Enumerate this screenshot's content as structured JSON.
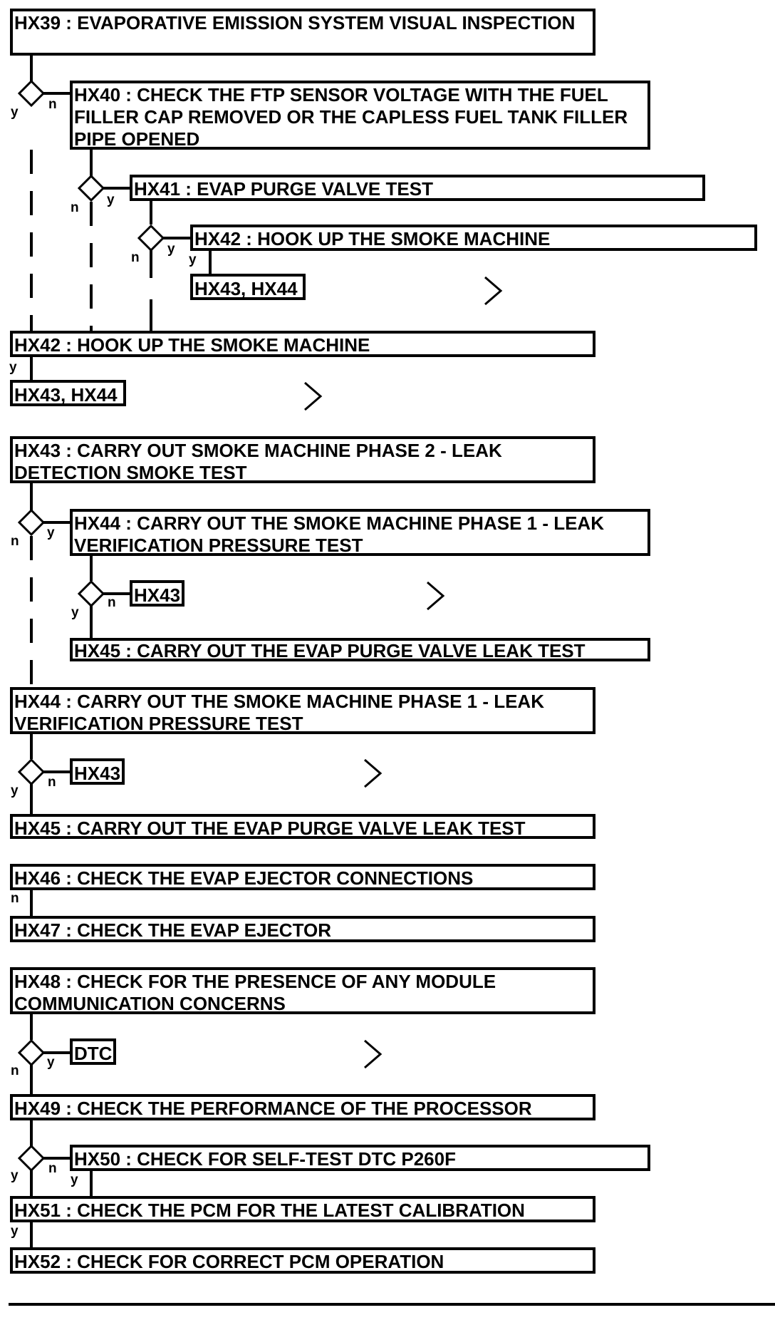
{
  "steps": {
    "s1": "HX39 : EVAPORATIVE EMISSION SYSTEM VISUAL INSPECTION",
    "s2": "HX40 : CHECK THE FTP SENSOR VOLTAGE WITH THE FUEL FILLER CAP REMOVED OR THE CAPLESS FUEL TANK FILLER PIPE OPENED",
    "s3": "HX41 : EVAP PURGE VALVE TEST",
    "s4": "HX42 : HOOK UP THE SMOKE MACHINE",
    "s5": "HX43, HX44",
    "s6": "HX42 : HOOK UP THE SMOKE MACHINE",
    "s7": "HX43, HX44",
    "s8": "HX43 : CARRY OUT SMOKE MACHINE PHASE 2 - LEAK DETECTION SMOKE TEST",
    "s9": "HX44 : CARRY OUT THE SMOKE MACHINE PHASE 1 - LEAK VERIFICATION PRESSURE TEST",
    "s10": "HX43",
    "s11": "HX45 : CARRY OUT THE EVAP PURGE VALVE LEAK TEST",
    "s12": "HX44 : CARRY OUT THE SMOKE MACHINE PHASE 1 - LEAK VERIFICATION PRESSURE TEST",
    "s13": "HX43",
    "s14": "HX45 : CARRY OUT THE EVAP PURGE VALVE LEAK TEST",
    "s15": "HX46 : CHECK THE EVAP EJECTOR CONNECTIONS",
    "s16": "HX47 : CHECK THE EVAP EJECTOR",
    "s17": "HX48 : CHECK FOR THE PRESENCE OF ANY MODULE COMMUNICATION CONCERNS",
    "s18": "DTC",
    "s19": "HX49 : CHECK THE PERFORMANCE OF THE PROCESSOR",
    "s20": "HX50 : CHECK FOR SELF-TEST DTC P260F",
    "s21": "HX51 : CHECK THE PCM FOR THE LATEST CALIBRATION",
    "s22": "HX52 : CHECK FOR CORRECT PCM OPERATION"
  },
  "branch_labels": {
    "yes": "y",
    "no": "n"
  }
}
